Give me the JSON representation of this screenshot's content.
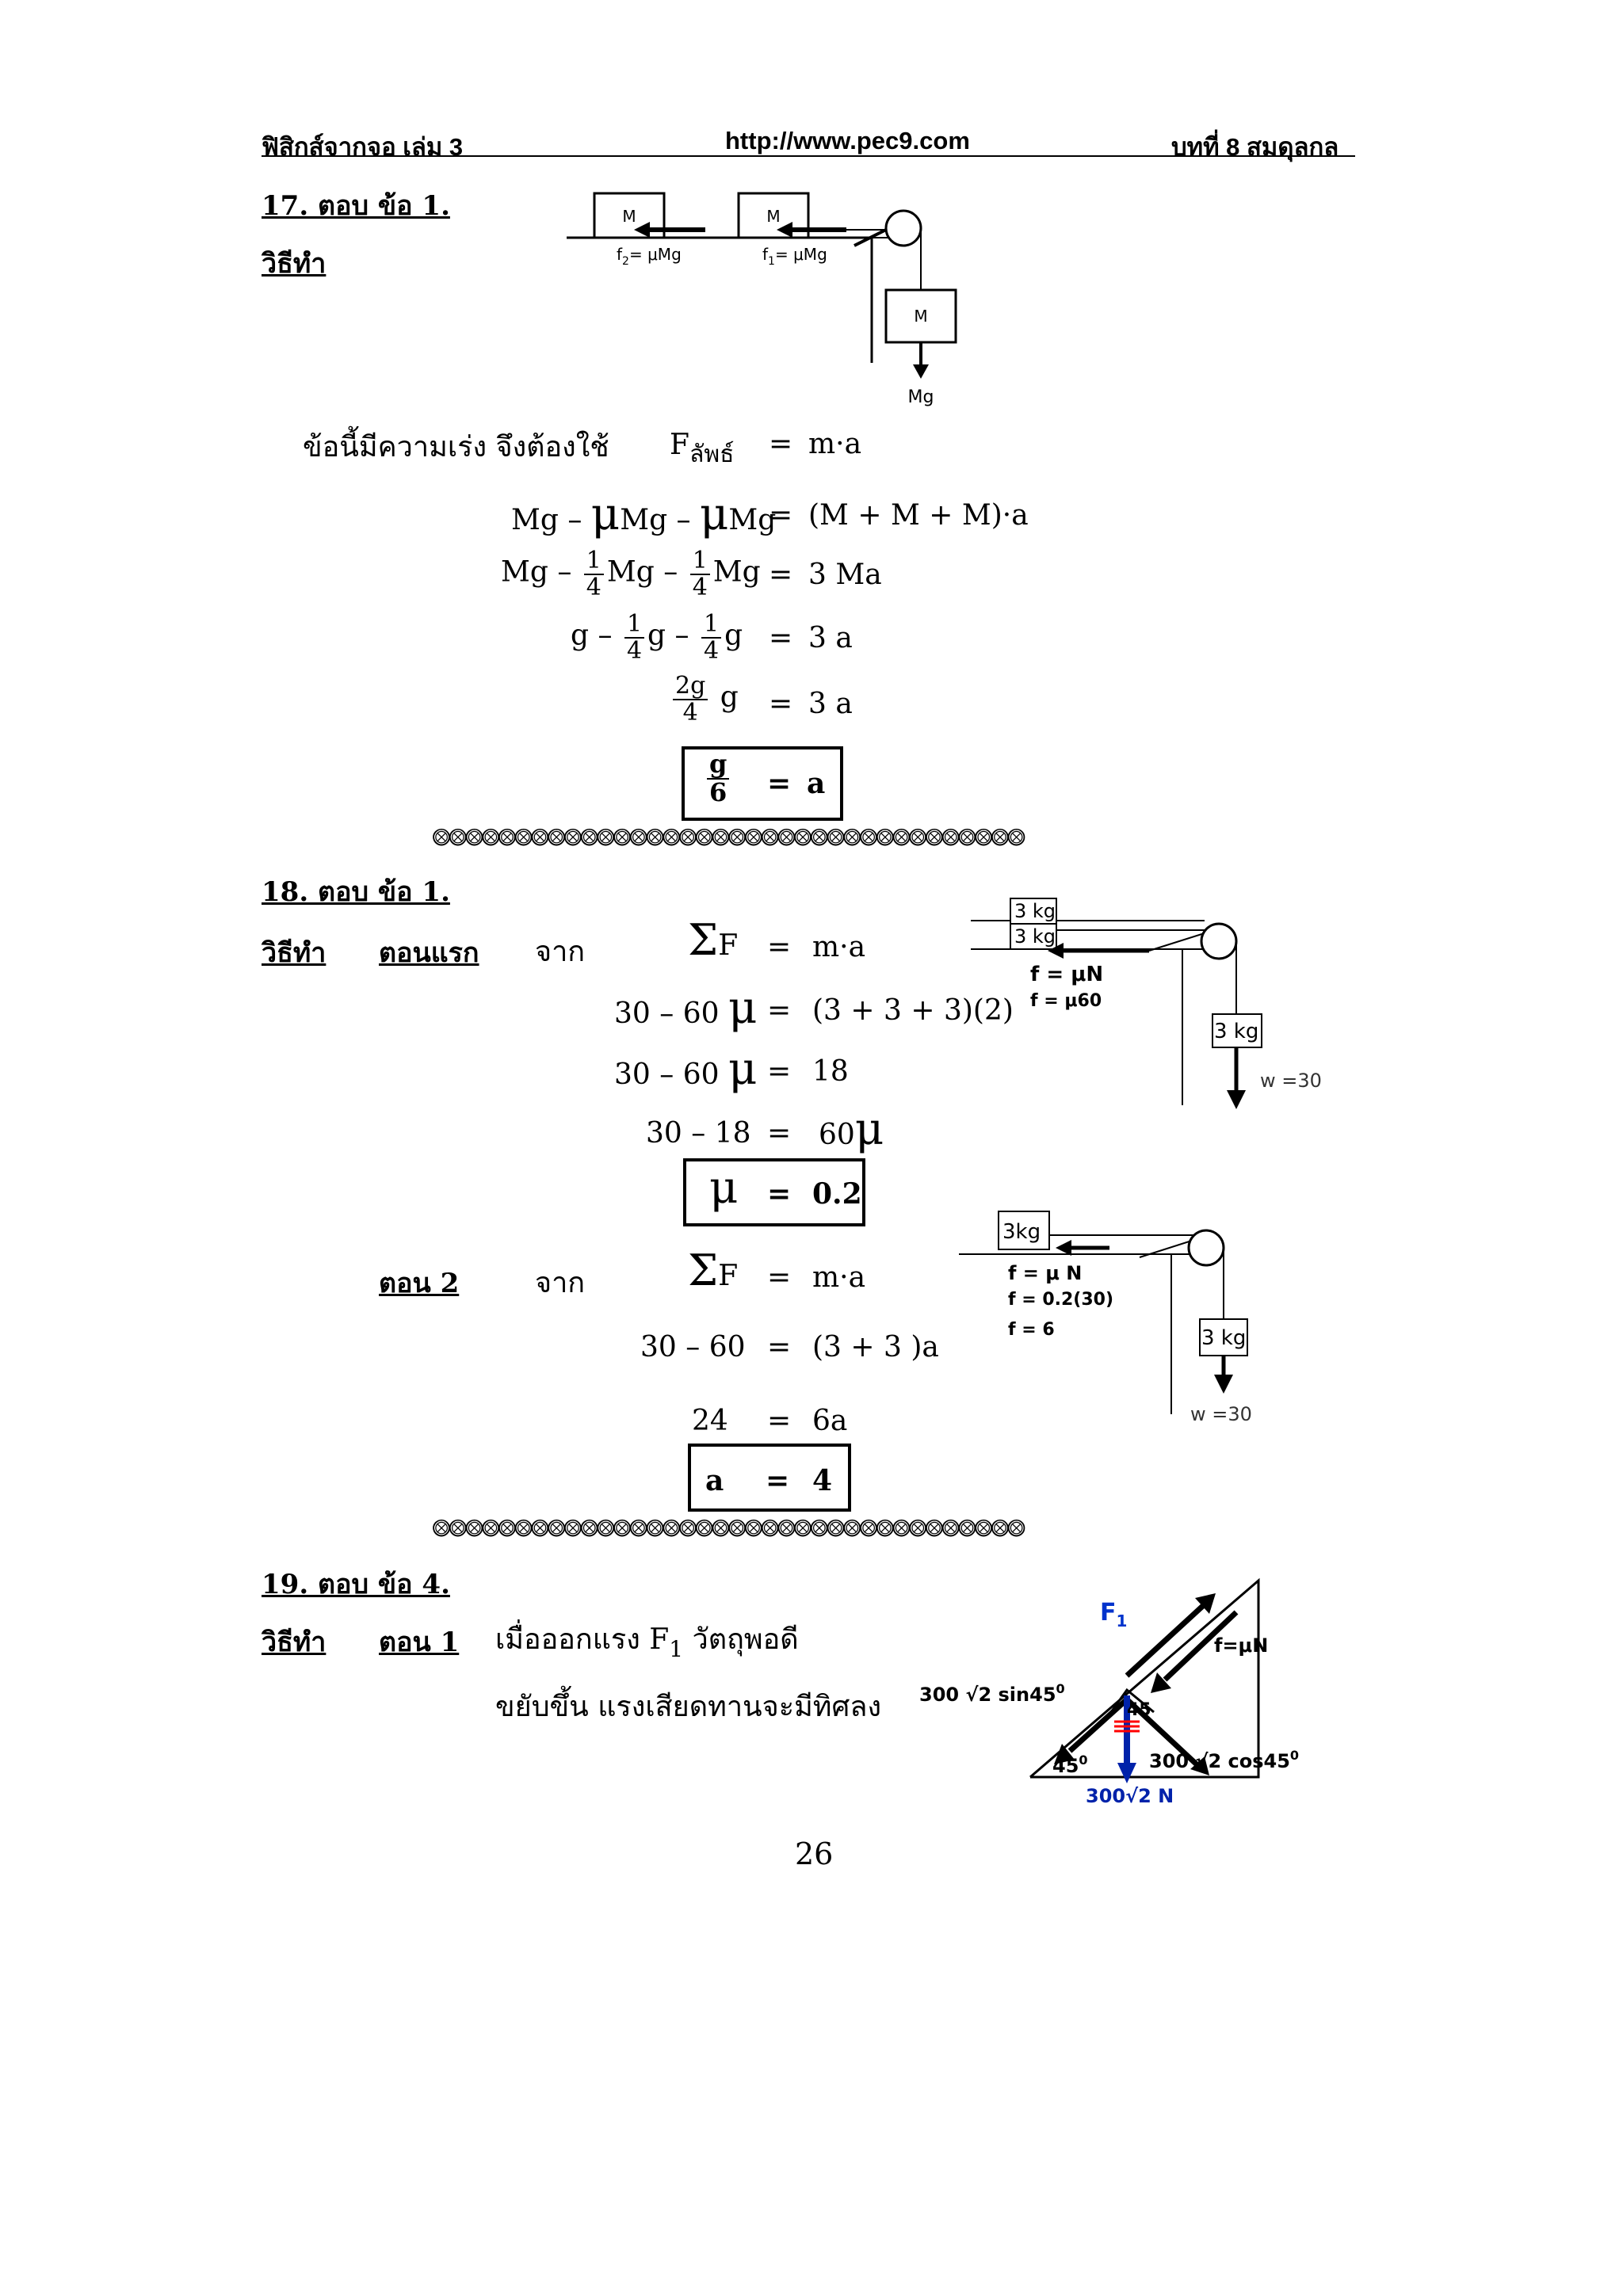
{
  "header": {
    "left": "ฟิสิกส์จากจอ เล่ม 3",
    "center": "http://www.pec9.com",
    "right": "บทที่  8  สมดุลกล"
  },
  "q17": {
    "title": "17.  ตอบ  ข้อ  1.",
    "method": "วิธีทำ",
    "intro": "ข้อนี้มีความเร่ง จึงต้องใช้",
    "fsub": "ลัพธ์",
    "diagram": {
      "block": "M",
      "f2": "f",
      "f2sub": "2",
      "f2val": "= μMg",
      "f1": "f",
      "f1sub": "1",
      "f1val": "= μMg",
      "weight": "Mg"
    },
    "rhs1": "m·a",
    "rhs2": "(M + M + M)·a",
    "rhs3": "3 Ma",
    "rhs4": "3 a",
    "rhs5": "3 a",
    "num1": "1",
    "den4": "4",
    "num2g": "2g",
    "g": "g",
    "six": "6",
    "a": "a"
  },
  "separator": "⨷⨷⨷⨷⨷⨷⨷⨷⨷⨷⨷⨷⨷⨷⨷⨷⨷⨷⨷⨷⨷⨷⨷⨷⨷⨷⨷⨷⨷⨷⨷⨷⨷⨷⨷⨷",
  "q18": {
    "title": "18.  ตอบ  ข้อ  1.",
    "method": "วิธีทำ",
    "part1": "ตอนแรก",
    "from": "จาก",
    "part2": "ตอน 2",
    "F": "F",
    "rhs_ma": "m·a",
    "l2": "30 – 60",
    "r2": "(3 + 3 + 3)(2)",
    "l3": "30 – 60",
    "r3": "18",
    "l4": "30 – 18",
    "r4": "60",
    "box1_val": "0.2",
    "l6": "30 – 60",
    "r6": "(3 + 3 )a",
    "l7": "24",
    "r7": "6a",
    "box2_l": "a",
    "box2_r": "4",
    "diag1": {
      "top1": "3 kg",
      "top2": "3 kg",
      "f1": "f = μN",
      "f2": "f = μ60",
      "hang": "3 kg",
      "w": "w =30"
    },
    "diag2": {
      "top": "3kg",
      "f1": "f = μ N",
      "f2": "f = 0.2(30)",
      "f3": "f = 6",
      "hang": "3 kg",
      "w": "w =30"
    }
  },
  "q19": {
    "title": "19.  ตอบ  ข้อ  4.",
    "method": "วิธีทำ",
    "part1": "ตอน 1",
    "line1a": "เมื่อออกแรง  F",
    "line1sub": "1",
    "line1b": "  วัตถุพอดี",
    "line2": "ขยับขึ้น  แรงเสียดทานจะมีทิศลง",
    "diagram": {
      "F1": "F",
      "F1sub": "1",
      "fmu": "f=μN",
      "sin": "300 √2 sin45",
      "cos": "300 √2 cos45",
      "ang45a": "45",
      "ang45b": "45",
      "ang45c": "45",
      "deg": "0",
      "w": "300√2  N"
    }
  },
  "page_number": "26"
}
